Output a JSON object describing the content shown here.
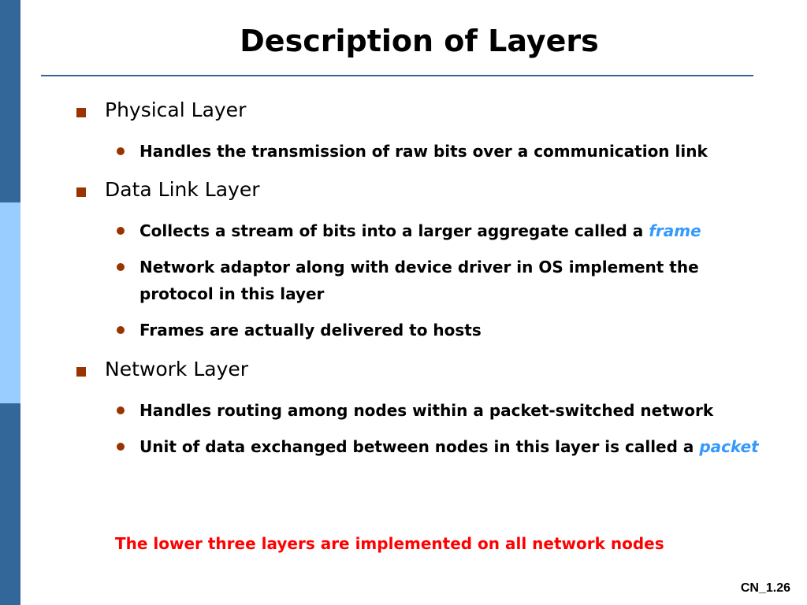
{
  "slide": {
    "title": "Description of Layers",
    "sections": [
      {
        "heading": "Physical Layer",
        "items": [
          {
            "text": "Handles the transmission of raw bits over a communication link"
          }
        ]
      },
      {
        "heading": "Data Link Layer",
        "items": [
          {
            "text": "Collects a stream of bits into a larger aggregate called a ",
            "highlight": "frame"
          },
          {
            "text": "Network adaptor along with device driver in OS implement the protocol in this layer"
          },
          {
            "text": "Frames are actually delivered to hosts"
          }
        ]
      },
      {
        "heading": "Network Layer",
        "items": [
          {
            "text": "Handles routing among nodes within a packet-switched network"
          },
          {
            "text": "Unit of data exchanged between nodes in this layer is called a ",
            "highlight": "packet"
          }
        ]
      }
    ],
    "note": "The lower three layers are implemented on all network nodes",
    "slide_number": "CN_1.26"
  },
  "colors": {
    "sidebar_dark": "#336699",
    "sidebar_light": "#99ccff",
    "bullet": "#993300",
    "highlight": "#3399ff",
    "note": "#ff0000"
  }
}
